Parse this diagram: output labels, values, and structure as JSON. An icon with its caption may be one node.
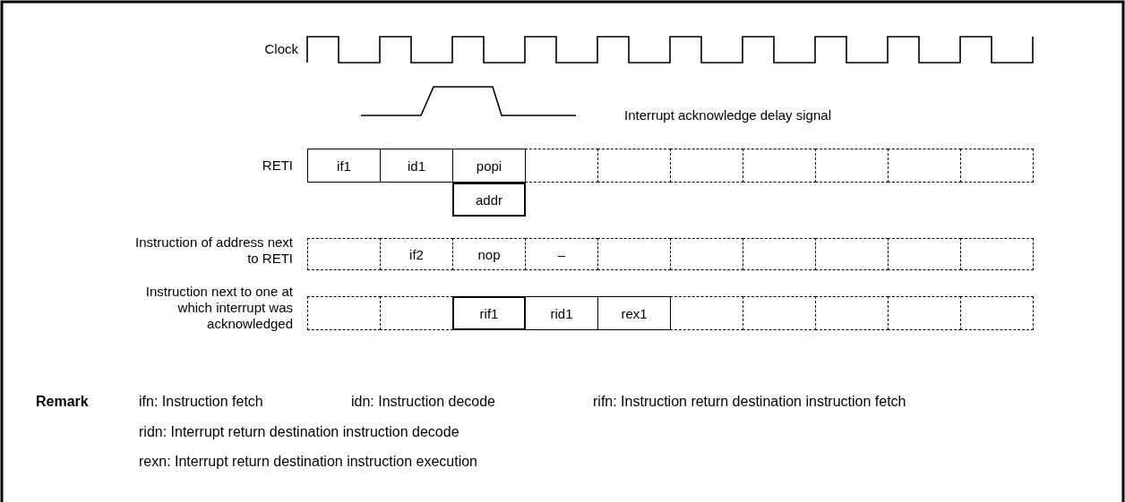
{
  "diagram": {
    "nodes": [
      {
        "text": [
          "if1"
        ]
      },
      {
        "text": [
          "id1"
        ]
      },
      {
        "text": [
          "popi"
        ]
      },
      {
        "text": [],
        "shape": "box"
      },
      {
        "text": [],
        "shape": "box"
      },
      {
        "text": [],
        "shape": "box"
      },
      {
        "text": [],
        "shape": "box"
      },
      {
        "text": [],
        "shape": "box"
      },
      {
        "text": [],
        "shape": "box"
      },
      {
        "text": [],
        "shape": "box"
      },
      {
        "text": [
          "addr"
        ]
      },
      {
        "text": [],
        "shape": "box"
      },
      {
        "text": [
          "if2"
        ]
      },
      {
        "text": [
          "nop"
        ]
      },
      {
        "text": [
          "–"
        ]
      },
      {
        "text": [],
        "shape": "box"
      },
      {
        "text": [],
        "shape": "box"
      },
      {
        "text": [],
        "shape": "box"
      },
      {
        "text": [],
        "shape": "box"
      },
      {
        "text": [],
        "shape": "box"
      },
      {
        "text": [],
        "shape": "box"
      },
      {
        "text": [],
        "shape": "box"
      },
      {
        "text": [],
        "shape": "box"
      },
      {
        "text": [
          "rif1"
        ]
      },
      {
        "text": [
          "rid1"
        ]
      },
      {
        "text": [
          "rex1"
        ]
      },
      {
        "text": [],
        "shape": "box"
      },
      {
        "text": [],
        "shape": "box"
      },
      {
        "text": [],
        "shape": "box"
      },
      {
        "text": [],
        "shape": "box"
      },
      {
        "text": [],
        "shape": "box"
      }
    ],
    "edges": [],
    "labels": [
      "Clock",
      "Interrupt acknowledge delay signal",
      "RETI",
      "Instruction of address next to RETI",
      "Instruction next to one at which interrupt was acknowledged",
      "Remark",
      "ifn: Instruction fetch",
      "idn: Instruction decode",
      "rifn: Instruction return destination instruction fetch",
      "ridn: Interrupt return destination instruction decode",
      "rexn: Interrupt return destination instruction execution"
    ]
  }
}
